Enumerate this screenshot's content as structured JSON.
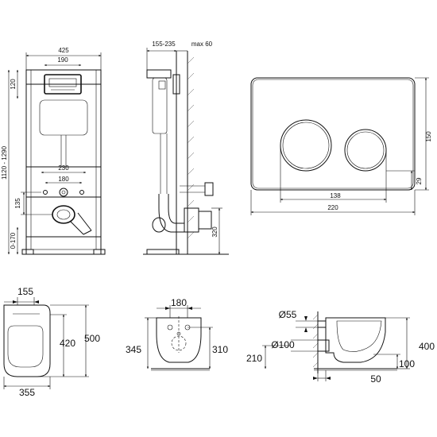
{
  "frame_views": {
    "front": {
      "width_total": "425",
      "width_top": "190",
      "height_top": "120",
      "height_range": "1120 - 1290",
      "pipe_spacing": "230",
      "pipe_spacing_inner": "180",
      "height_pipe": "135",
      "height_bottom": "0-170"
    },
    "side": {
      "depth_range": "155-235",
      "depth_max": "max 60",
      "height_outlet": "320"
    }
  },
  "flush_plate": {
    "height": "150",
    "width": "220",
    "button_span": "138",
    "offset": "29"
  },
  "toilet_top": {
    "width_top": "155",
    "length": "500",
    "length_inner": "420",
    "width": "355"
  },
  "toilet_back": {
    "width": "180",
    "height_outer": "345",
    "height_inner": "310"
  },
  "toilet_side": {
    "diameter_small": "Ø55",
    "diameter_large": "Ø100",
    "height": "210",
    "height_right": "400",
    "offset": "100",
    "depth": "50"
  }
}
